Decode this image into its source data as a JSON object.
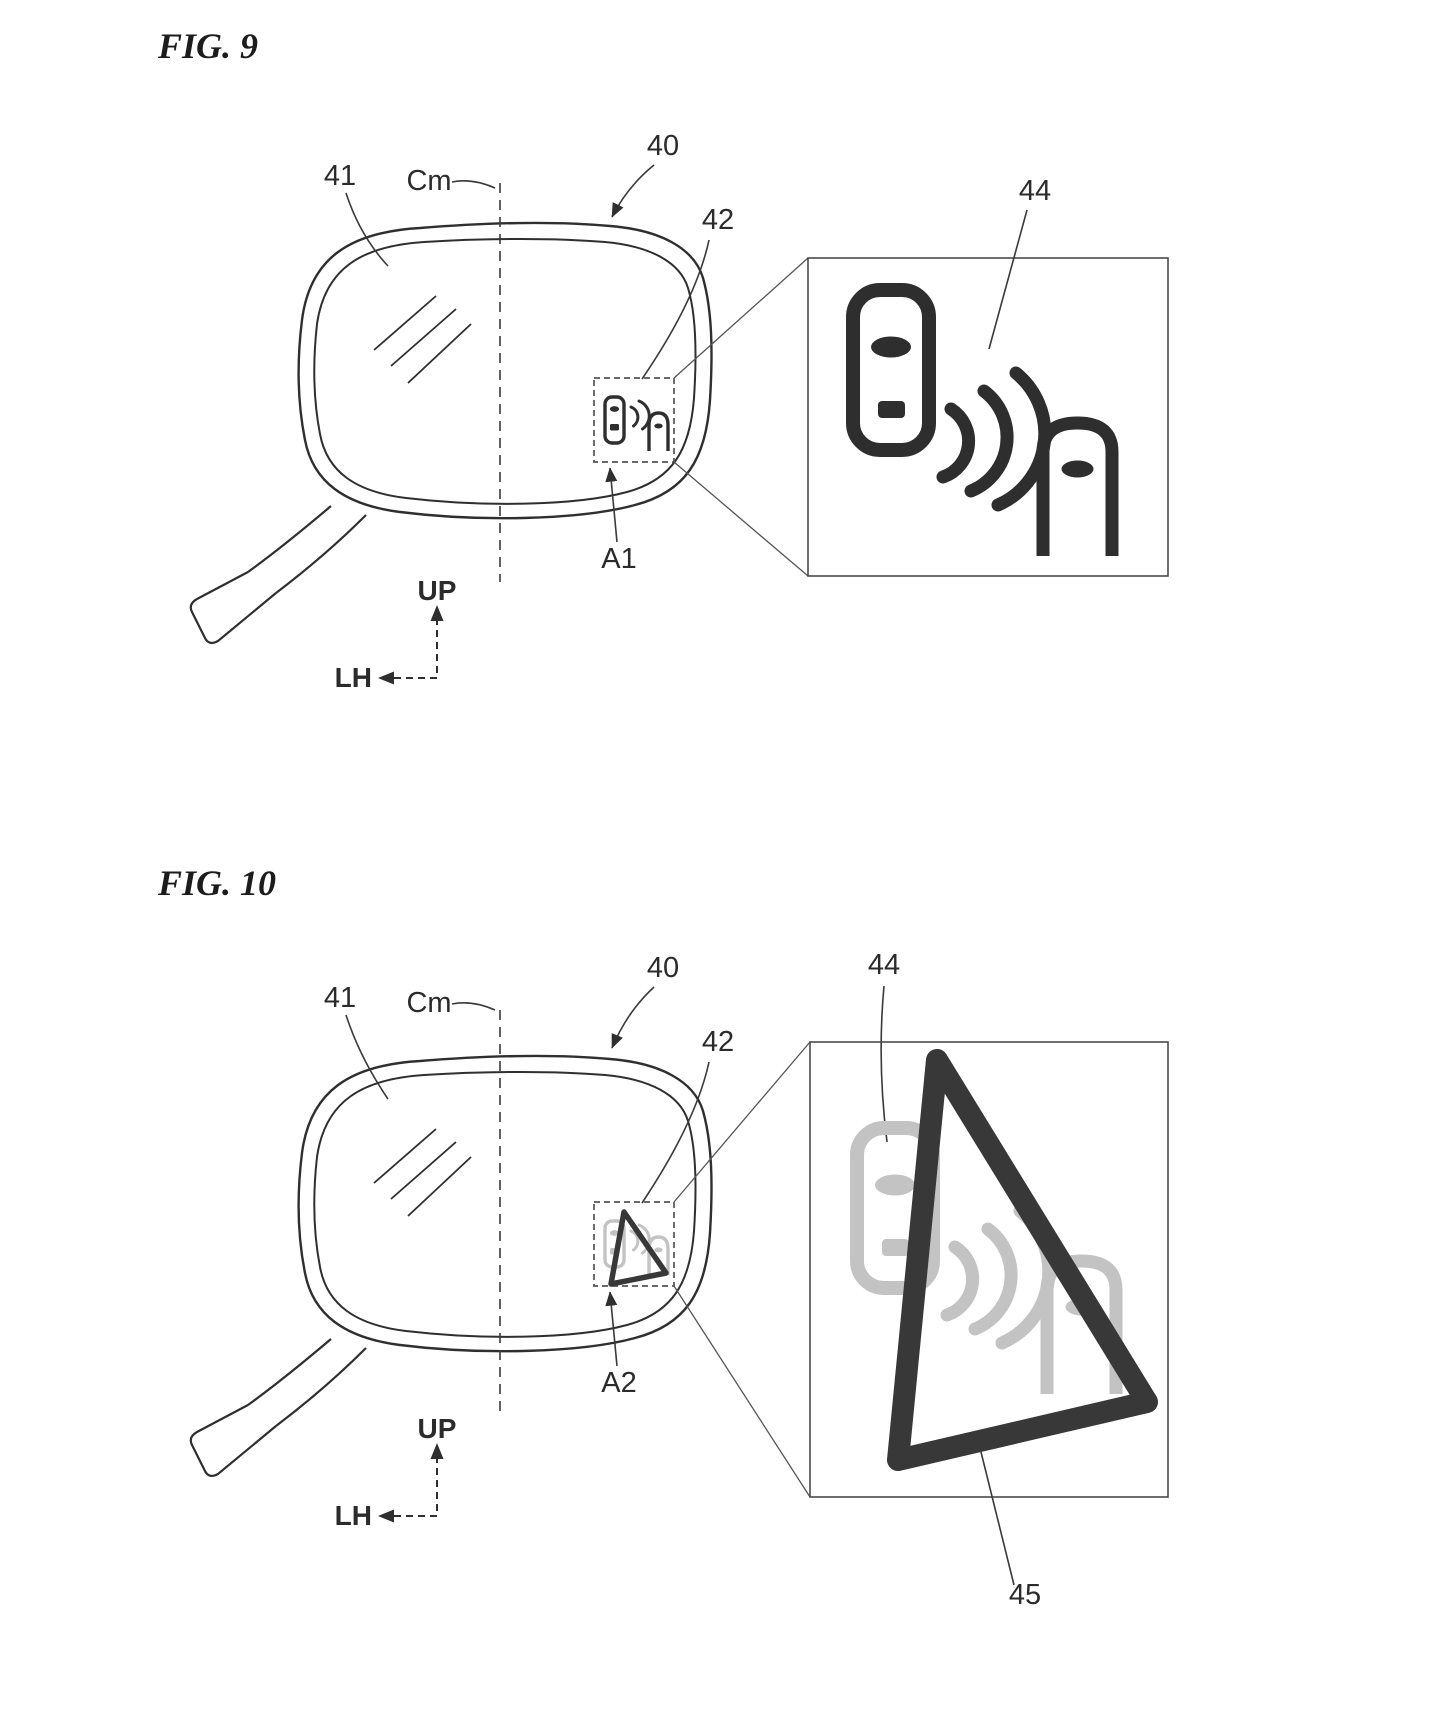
{
  "page": {
    "background": "#ffffff",
    "ink_color": "#2f2f2f",
    "faded_icon_color": "#c3c3c3",
    "warning_triangle_color": "#383838"
  },
  "figures": [
    {
      "title": "FIG. 9",
      "labels": {
        "glass": "41",
        "centerline": "Cm",
        "housing": "40",
        "indicator": "42",
        "detail": "44",
        "region": "A1",
        "up": "UP",
        "lh": "LH"
      }
    },
    {
      "title": "FIG. 10",
      "labels": {
        "glass": "41",
        "centerline": "Cm",
        "housing": "40",
        "indicator": "42",
        "detail": "44",
        "region": "A2",
        "warning": "45",
        "up": "UP",
        "lh": "LH"
      }
    }
  ]
}
